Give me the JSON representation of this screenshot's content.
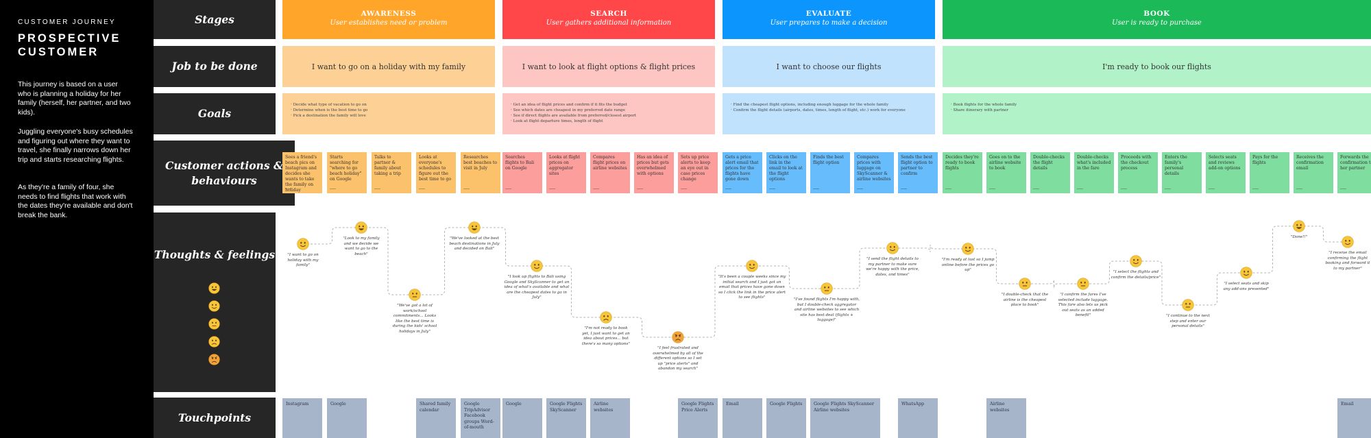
{
  "sidebar": {
    "kicker": "CUSTOMER JOURNEY",
    "title": "PROSPECTIVE CUSTOMER",
    "paragraphs": [
      "This journey is based on a user who is planning a holiday for her family (herself, her partner, and two kids).",
      "Juggling everyone's busy schedules and figuring out where they want to travel, she finally narrows down her trip and starts researching flights.",
      "As they're a family of four, she needs to find flights that work with the dates they're available and don't break the bank."
    ]
  },
  "rows": {
    "stages": "Stages",
    "job": "Job to be done",
    "goals": "Goals",
    "actions": "Customer actions & behaviours",
    "thoughts": "Thoughts & feelings",
    "touchpoints": "Touchpoints"
  },
  "stages": [
    {
      "name": "AWARENESS",
      "desc": "User establishes need or problem",
      "color": "#ffa52a",
      "job": "I want to go on a holiday with my family",
      "job_color": "#fdd195",
      "goals": [
        "Decide what type of vacation to go on",
        "Determine when is the best time to go",
        "Pick a destination the family will love"
      ],
      "goals_color": "#fdd195"
    },
    {
      "name": "SEARCH",
      "desc": "User gathers additional information",
      "color": "#ff4648",
      "job": "I want to look at flight options & flight prices",
      "job_color": "#fdc6c2",
      "goals": [
        "Get an idea of flight prices and confirm if it fits the budget",
        "See which dates are cheapest in my preferred date range",
        "See if direct flights are available from preferred/closest airport",
        "Look at flight departure times, length of flight"
      ],
      "goals_color": "#fdc6c2"
    },
    {
      "name": "EVALUATE",
      "desc": "User prepares to make a decision",
      "color": "#0c95fd",
      "job": "I want to choose our flights",
      "job_color": "#c0e2fd",
      "goals": [
        "Find the cheapest flight options, including enough luggage for the whole family",
        "Confirm the flight details (airports, dates, times, length of flight, etc.) work for everyone"
      ],
      "goals_color": "#c0e2fd"
    },
    {
      "name": "BOOK",
      "desc": "User is ready to purchase",
      "color": "#1bb957",
      "job": "I'm ready to book our flights",
      "job_color": "#b1f2c9",
      "goals": [
        "Book flights for the whole family",
        "Share itinerary with partner"
      ],
      "goals_color": "#b1f2c9"
    }
  ],
  "actions": [
    {
      "text": "Sees a friend's beach pics on Instagram and decides she wants to take the family on holiday",
      "color": "#fcc16b"
    },
    {
      "text": "Starts searching for \"where to go beach holiday\" on Google",
      "color": "#fcc16b"
    },
    {
      "text": "Talks to partner & family about taking a trip",
      "color": "#fcc16b"
    },
    {
      "text": "Looks at everyone's schedules to figure out the best time to go",
      "color": "#fcc16b"
    },
    {
      "text": "Researches best beaches to visit in July",
      "color": "#fcc16b"
    },
    {
      "text": "Searches flights to Bali on Google",
      "color": "#fc9f9c"
    },
    {
      "text": "Looks at flight prices on aggregator sites",
      "color": "#fc9f9c"
    },
    {
      "text": "Compares flight prices on airline websites",
      "color": "#fc9f9c"
    },
    {
      "text": "Has an idea of prices but gets overwhelmed with options",
      "color": "#fc9f9c"
    },
    {
      "text": "Sets up price alerts to keep an eye out in case prices change",
      "color": "#fc9f9c"
    },
    {
      "text": "Gets a price alert email that prices for the flights have gone down",
      "color": "#67bcfc"
    },
    {
      "text": "Clicks on the link in the email to look at the flight options",
      "color": "#67bcfc"
    },
    {
      "text": "Finds the best flight option",
      "color": "#67bcfc"
    },
    {
      "text": "Compares prices with luggage on SkyScanner & airline websites",
      "color": "#67bcfc"
    },
    {
      "text": "Sends the best flight option to partner to confirm",
      "color": "#67bcfc"
    },
    {
      "text": "Decides they're ready to book flights",
      "color": "#7fdd9f"
    },
    {
      "text": "Goes on to the airline website to book",
      "color": "#7fdd9f"
    },
    {
      "text": "Double-checks the flight details",
      "color": "#7fdd9f"
    },
    {
      "text": "Double-checks what's included in the fare",
      "color": "#7fdd9f"
    },
    {
      "text": "Proceeds with the checkout process",
      "color": "#7fdd9f"
    },
    {
      "text": "Enters the family's personal details",
      "color": "#7fdd9f"
    },
    {
      "text": "Selects seats and reviews add-on options",
      "color": "#7fdd9f"
    },
    {
      "text": "Pays for the flights",
      "color": "#7fdd9f"
    },
    {
      "text": "Receives the confirmation email",
      "color": "#7fdd9f"
    },
    {
      "text": "Forwards the confirmation to her partner",
      "color": "#7fdd9f"
    }
  ],
  "scale_faces": [
    "very-happy",
    "happy",
    "neutral",
    "sad",
    "angry"
  ],
  "thoughts": [
    {
      "face": "happy",
      "level": 4,
      "quote": "\"I want to go on holiday with my family\""
    },
    {
      "face": "very-happy",
      "level": 5,
      "quote": "\"Look to my family and we decide we want to go to the beach\""
    },
    {
      "face": "neutral",
      "level": 3,
      "quote": "\"We've got a lot of work/school commitments... Looks like the best time is during the kids' school holidays in July\""
    },
    {
      "face": "very-happy",
      "level": 5,
      "quote": "\"We've looked at the best beach destinations in July and decided on Bali\""
    },
    {
      "face": "happy",
      "level": 4,
      "quote": "\"I look up flights to Bali using Google and SkyScanner to get an idea of what's available and what are the cheapest dates to go in July\""
    },
    {
      "face": "sad",
      "level": 2,
      "quote": "\"I'm not ready to book yet, I just want to get an idea about prices... but there's so many options\""
    },
    {
      "face": "angry",
      "level": 1,
      "quote": "\"I feel frustrated and overwhelmed by all of the different options so I set up \"price alerts\" and abandon my search\""
    },
    {
      "face": "happy",
      "level": 4,
      "quote": "\"It's been a couple weeks since my initial search and I just got an email that prices have gone down so I click the link in the price alert to see flights\""
    },
    {
      "face": "neutral",
      "level": 3,
      "quote": "\"I've found flights I'm happy with, but I double-check aggregator and airline websites to see which site has best deal (flights + luggage)\""
    },
    {
      "face": "happy",
      "level": 4,
      "quote": "\"I send the flight details to my partner to make sure we're happy with the price, dates, and times\""
    },
    {
      "face": "happy",
      "level": 4,
      "quote": "\"I'm ready at last so I jump online before the prices go up\""
    },
    {
      "face": "neutral",
      "level": 3,
      "quote": "\"I double-check that the airline is the cheapest place to book\""
    },
    {
      "face": "neutral",
      "level": 3,
      "quote": "\"I confirm the fares I've selected include luggage. This fare also lets us pick out seats as an added benefit\""
    },
    {
      "face": "happy",
      "level": 4,
      "quote": "\"I select the flights and confirm the details/price\""
    },
    {
      "face": "neutral",
      "level": 3,
      "quote": "\"I continue to the next step and enter our personal details\""
    },
    {
      "face": "happy",
      "level": 4,
      "quote": "\"I select seats and skip any add-ons presented\""
    },
    {
      "face": "very-happy",
      "level": 5,
      "quote": "\"Done!!\""
    },
    {
      "face": "happy",
      "level": 4,
      "quote": "\"I receive the email confirming the flight booking and forward it to my partner\""
    }
  ],
  "touchpoints": [
    {
      "col": 0,
      "text": "Instagram"
    },
    {
      "col": 1,
      "text": "Google"
    },
    {
      "col": 3,
      "text": "Shared family calendar"
    },
    {
      "col": 4,
      "text": "Google TripAdvisor Facebook groups Word-of-mouth"
    },
    {
      "col": 5,
      "text": "Google"
    },
    {
      "col": 6,
      "text": "Google Flights SkyScanner"
    },
    {
      "col": 7,
      "text": "Airline websites"
    },
    {
      "col": 9,
      "text": "Google Flights Price Alerts"
    },
    {
      "col": 10,
      "text": "Email"
    },
    {
      "col": 11,
      "text": "Google Flights"
    },
    {
      "col": 12,
      "wide": true,
      "text": "Google Flights SkyScanner Airline websites"
    },
    {
      "col": 14,
      "text": "WhatsApp"
    },
    {
      "col": 16,
      "text": "Airline websites"
    },
    {
      "col": 24,
      "text": "Email"
    }
  ]
}
